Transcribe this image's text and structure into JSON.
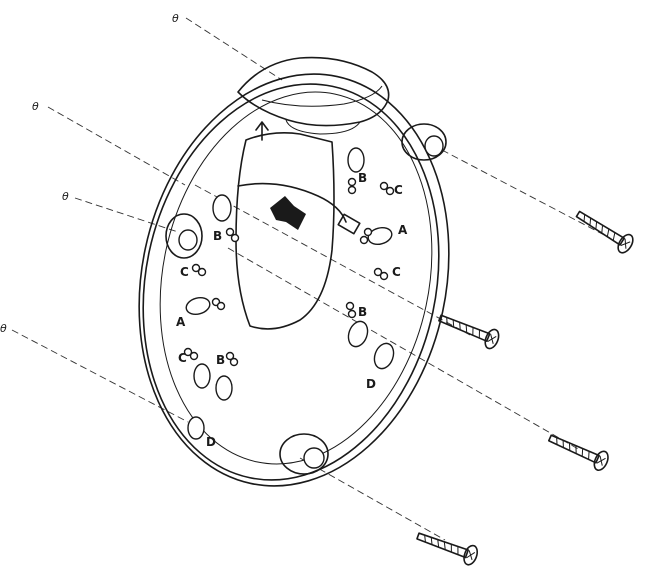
{
  "diagram": {
    "labels": {
      "a": "A",
      "b": "B",
      "c": "C",
      "d": "D",
      "theta": "θ"
    },
    "colors": {
      "line": "#1a1a1a",
      "background": "#ffffff",
      "arrow": "#1a1a1a"
    }
  }
}
